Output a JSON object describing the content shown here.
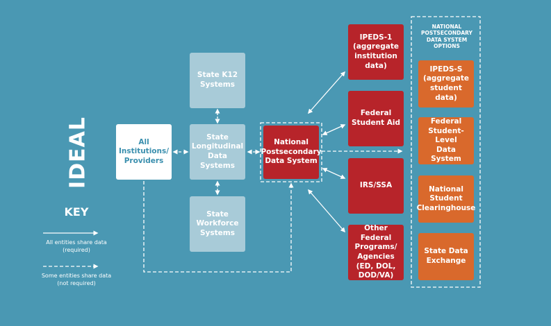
{
  "diagram": {
    "side_label": "IDEAL",
    "nodes": {
      "state_k12": "State K12\nSystems",
      "all_institutions": "All\nInstitutions/\nProviders",
      "state_longitudinal": "State\nLongitudinal\nData Systems",
      "state_workforce": "State\nWorkforce\nSystems",
      "national_postsecondary": "National\nPostsecondary\nData System",
      "ipeds_1": "IPEDS-1\n(aggregate\ninstitution\ndata)",
      "federal_student_aid": "Federal\nStudent Aid",
      "irs_ssa": "IRS/SSA",
      "other_federal": "Other Federal\nPrograms/\nAgencies\n(ED, DOL,\nDOD/VA)",
      "ipeds_s": "IPEDS-S\n(aggregate\nstudent data)",
      "federal_student_level": "Federal\nStudent-Level\nData System",
      "national_clearinghouse": "National\nStudent\nClearinghouse",
      "state_data_exchange": "State Data\nExchange"
    },
    "options_group_label": "NATIONAL\nPOSTSECONDARY\nDATA SYSTEM\nOPTIONS"
  },
  "key": {
    "title": "KEY",
    "solid_line_label": "All entities share data\n(required)",
    "dashed_line_label": "Some entities share data\n(not required)"
  },
  "colors": {
    "background": "#4a98b3",
    "state_box": "#a8cbd8",
    "institution_box": "#ffffff",
    "federal_box": "#b7242a",
    "option_box": "#d9692c",
    "line": "#ffffff"
  }
}
